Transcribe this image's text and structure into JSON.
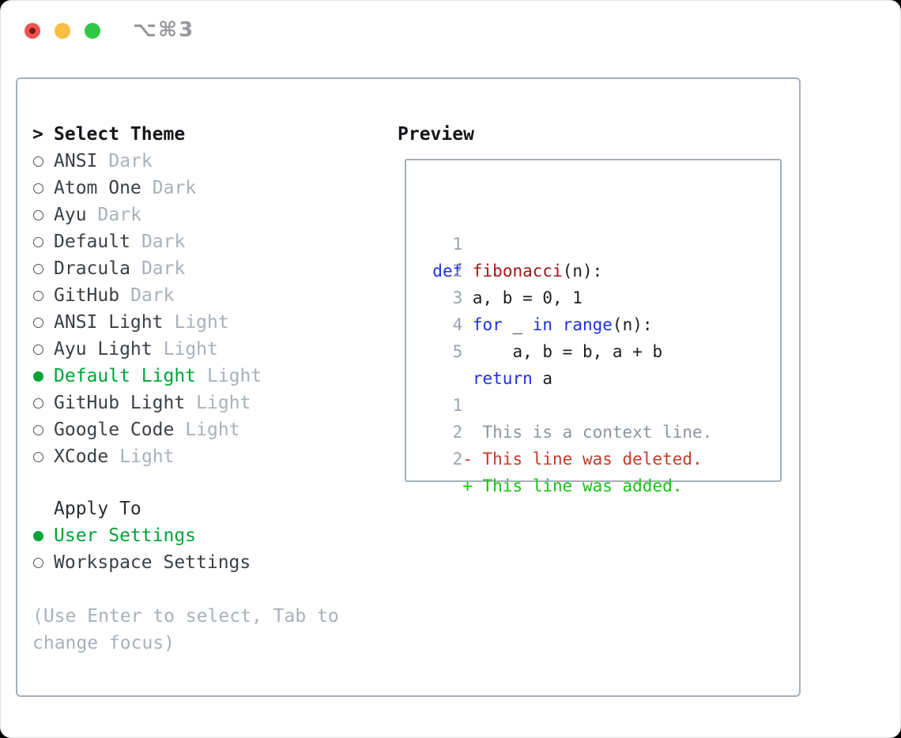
{
  "window": {
    "shortcut_label": "⌥⌘3"
  },
  "colors": {
    "selection_green": "#00a437",
    "keyword_blue": "#1f2fe3",
    "function_red": "#a51515",
    "diff_deleted_red": "#c53b28",
    "diff_added_green": "#15c315",
    "muted_gray": "#a8b1bb",
    "border_gray": "#a6afba",
    "traffic_close": "#f0544e",
    "traffic_minimize": "#f7bd45",
    "traffic_zoom": "#33c748"
  },
  "theme_picker": {
    "header_prefix": ">",
    "header": "Select Theme",
    "items": [
      {
        "name": "ANSI",
        "tag": "Dark",
        "selected": false
      },
      {
        "name": "Atom One",
        "tag": "Dark",
        "selected": false
      },
      {
        "name": "Ayu",
        "tag": "Dark",
        "selected": false
      },
      {
        "name": "Default",
        "tag": "Dark",
        "selected": false
      },
      {
        "name": "Dracula",
        "tag": "Dark",
        "selected": false
      },
      {
        "name": "GitHub",
        "tag": "Dark",
        "selected": false
      },
      {
        "name": "ANSI Light",
        "tag": "Light",
        "selected": false
      },
      {
        "name": "Ayu Light",
        "tag": "Light",
        "selected": false
      },
      {
        "name": "Default Light",
        "tag": "Light",
        "selected": true
      },
      {
        "name": "GitHub Light",
        "tag": "Light",
        "selected": false
      },
      {
        "name": "Google Code",
        "tag": "Light",
        "selected": false
      },
      {
        "name": "XCode",
        "tag": "Light",
        "selected": false
      }
    ],
    "apply_to": {
      "header": "Apply To",
      "options": [
        {
          "name": "User Settings",
          "selected": true
        },
        {
          "name": "Workspace Settings",
          "selected": false
        }
      ]
    },
    "hint_lines": [
      "(Use Enter to select, Tab to",
      "change focus)"
    ]
  },
  "preview": {
    "title": "Preview",
    "lines": [
      {
        "num": "1",
        "segments": [
          {
            "text": "def",
            "color": "keyword"
          },
          {
            "text": " ",
            "color": "plain"
          },
          {
            "text": "fibonacci",
            "color": "function"
          },
          {
            "text": "(n):",
            "color": "plain"
          }
        ]
      },
      {
        "num": "2",
        "segments": [
          {
            "text": "    a, b = 0, 1",
            "color": "plain"
          }
        ]
      },
      {
        "num": "3",
        "segments": [
          {
            "text": "    ",
            "color": "plain"
          },
          {
            "text": "for",
            "color": "keyword"
          },
          {
            "text": " _ ",
            "color": "plain"
          },
          {
            "text": "in",
            "color": "keyword"
          },
          {
            "text": " ",
            "color": "plain"
          },
          {
            "text": "range",
            "color": "keyword"
          },
          {
            "text": "(n):",
            "color": "plain"
          }
        ]
      },
      {
        "num": "4",
        "segments": [
          {
            "text": "        a, b = b, a + b",
            "color": "plain"
          }
        ]
      },
      {
        "num": "5",
        "segments": [
          {
            "text": "    ",
            "color": "plain"
          },
          {
            "text": "return",
            "color": "keyword"
          },
          {
            "text": " a",
            "color": "plain"
          }
        ]
      },
      {
        "num": "",
        "segments": []
      },
      {
        "num": "1",
        "segments": [
          {
            "text": "     This is a context line.",
            "color": "context"
          }
        ]
      },
      {
        "num": "2",
        "segments": [
          {
            "text": "   - This line was deleted.",
            "color": "deleted"
          }
        ]
      },
      {
        "num": "2",
        "segments": [
          {
            "text": "   + This line was added.",
            "color": "added"
          }
        ]
      }
    ]
  }
}
